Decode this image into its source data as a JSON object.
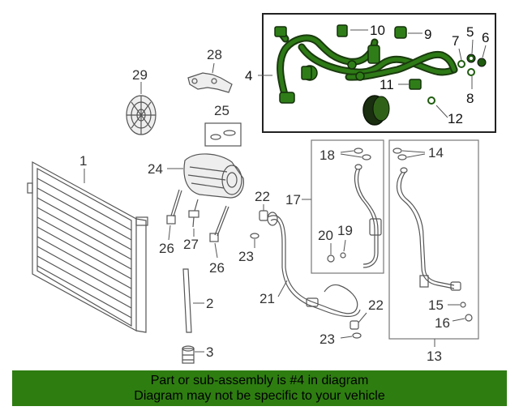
{
  "callouts": [
    "1",
    "2",
    "3",
    "4",
    "5",
    "6",
    "7",
    "8",
    "9",
    "10",
    "11",
    "12",
    "13",
    "14",
    "15",
    "16",
    "17",
    "18",
    "19",
    "20",
    "21",
    "22",
    "22",
    "23",
    "23",
    "24",
    "25",
    "26",
    "26",
    "27",
    "28",
    "29"
  ],
  "highlight": {
    "part": "4",
    "color": "#2e7d11"
  },
  "notice": {
    "line1": "Part or sub-assembly is #4 in diagram",
    "line2": "Diagram may not be specific to your vehicle"
  }
}
